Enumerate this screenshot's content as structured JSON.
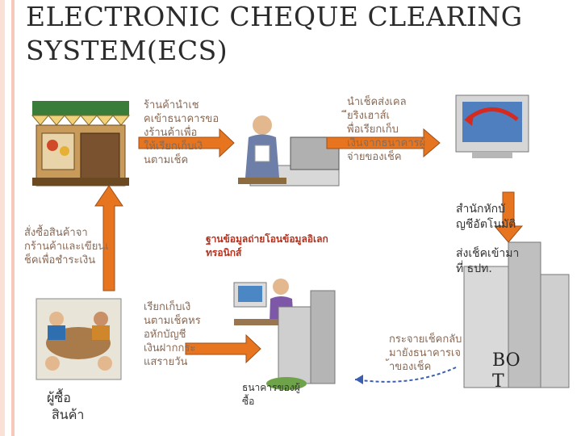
{
  "title": {
    "line1": "ELECTRONIC CHEQUE CLEARING",
    "line2": "SYSTEM(ECS)"
  },
  "labels": {
    "shop_deposit": [
      "ร้านค้านำเช",
      "คเข้าธนาคารขอ",
      "งร้านค้าเพื่อ",
      "ให้เรียกเก็บเงิ",
      "นตามเช็ค"
    ],
    "bank_send": [
      "นำเช็คส่งเคล",
      "ียริงเฮาส์เ",
      "พื่อเรียกเก็บ",
      "เงินจากธนาคารผู้",
      "จ่ายของเช็ค"
    ],
    "buyer_pay": [
      "สั่งซื้อสินค้าจา",
      "กร้านค้าและเขียนเ",
      "ช็คเพื่อชำระเงิน"
    ],
    "head_office": [
      "สำนักหักบั",
      "ญชีอัตโนมัติ"
    ],
    "send_cheque": [
      "ส่งเช็คเข้ามา",
      "ที่      ธปท."
    ],
    "data_transfer": [
      "ฐานข้อมูลถ่ายโอนข้อมูลอิเลก",
      "ทรอนิกส์"
    ],
    "collect": [
      "เรียกเก็บเงิ",
      "นตามเช็คหร",
      "อหักบัญชี",
      "เงินฝากกระ",
      "แสรายวัน"
    ],
    "distribute": [
      "กระจายเช็คกลับ",
      "มายังธนาคารเจ",
      "้าของเช็ค"
    ],
    "payer_bank": [
      "ธนาคารของผู้",
      "ซื้อ"
    ],
    "buyer": [
      "ผู้ซื้อ",
      "สินค้า"
    ],
    "bot": [
      "BO",
      "T"
    ]
  },
  "colors": {
    "arrow": "#e7751f",
    "arrow_stroke": "#9c4f1a",
    "blue_arrow": "#3b5fb0"
  }
}
